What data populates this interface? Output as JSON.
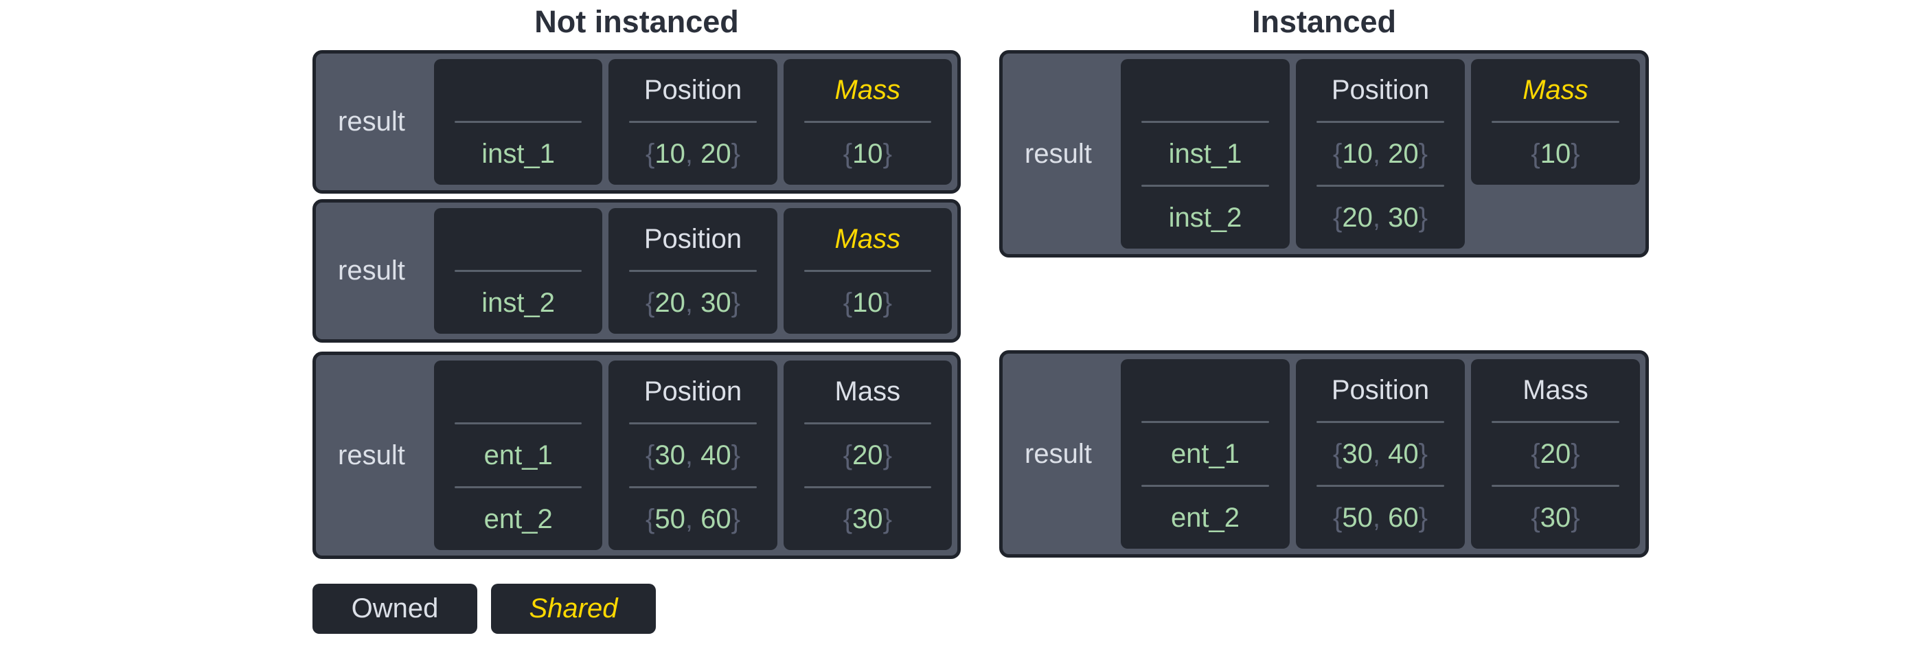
{
  "panels": [
    {
      "title": "Not instanced",
      "tables": [
        {
          "result_label": "result",
          "columns": [
            {
              "header": "",
              "kind": "entity",
              "shared": false,
              "values": [
                "inst_1"
              ]
            },
            {
              "header": "Position",
              "kind": "value",
              "shared": false,
              "values": [
                "{10, 20}"
              ]
            },
            {
              "header": "Mass",
              "kind": "value",
              "shared": true,
              "values": [
                "{10}"
              ]
            }
          ]
        },
        {
          "result_label": "result",
          "columns": [
            {
              "header": "",
              "kind": "entity",
              "shared": false,
              "values": [
                "inst_2"
              ]
            },
            {
              "header": "Position",
              "kind": "value",
              "shared": false,
              "values": [
                "{20, 30}"
              ]
            },
            {
              "header": "Mass",
              "kind": "value",
              "shared": true,
              "values": [
                "{10}"
              ]
            }
          ]
        },
        {
          "result_label": "result",
          "columns": [
            {
              "header": "",
              "kind": "entity",
              "shared": false,
              "values": [
                "ent_1",
                "ent_2"
              ]
            },
            {
              "header": "Position",
              "kind": "value",
              "shared": false,
              "values": [
                "{30, 40}",
                "{50, 60}"
              ]
            },
            {
              "header": "Mass",
              "kind": "value",
              "shared": false,
              "values": [
                "{20}",
                "{30}"
              ]
            }
          ]
        }
      ]
    },
    {
      "title": "Instanced",
      "tables": [
        {
          "result_label": "result",
          "columns": [
            {
              "header": "",
              "kind": "entity",
              "shared": false,
              "values": [
                "inst_1",
                "inst_2"
              ]
            },
            {
              "header": "Position",
              "kind": "value",
              "shared": false,
              "values": [
                "{10, 20}",
                "{20, 30}"
              ]
            },
            {
              "header": "Mass",
              "kind": "value",
              "shared": true,
              "values": [
                "{10}"
              ]
            }
          ]
        },
        {
          "result_label": "result",
          "columns": [
            {
              "header": "",
              "kind": "entity",
              "shared": false,
              "values": [
                "ent_1",
                "ent_2"
              ]
            },
            {
              "header": "Position",
              "kind": "value",
              "shared": false,
              "values": [
                "{30, 40}",
                "{50, 60}"
              ]
            },
            {
              "header": "Mass",
              "kind": "value",
              "shared": false,
              "values": [
                "{20}",
                "{30}"
              ]
            }
          ]
        }
      ]
    }
  ],
  "legend": {
    "items": [
      {
        "label": "Owned",
        "shared": false
      },
      {
        "label": "Shared",
        "shared": true
      }
    ]
  },
  "colors": {
    "accent-shared": "#ffd900",
    "value-green": "#a9d7ab",
    "punct-dim": "#5a6073",
    "cell-bg": "#23272f",
    "container-bg": "#525866",
    "container-border": "#1f232b",
    "text-light": "#dce0e8",
    "title-text": "#2b303b",
    "divider": "#5a616c",
    "page-bg": "#ffffff"
  }
}
